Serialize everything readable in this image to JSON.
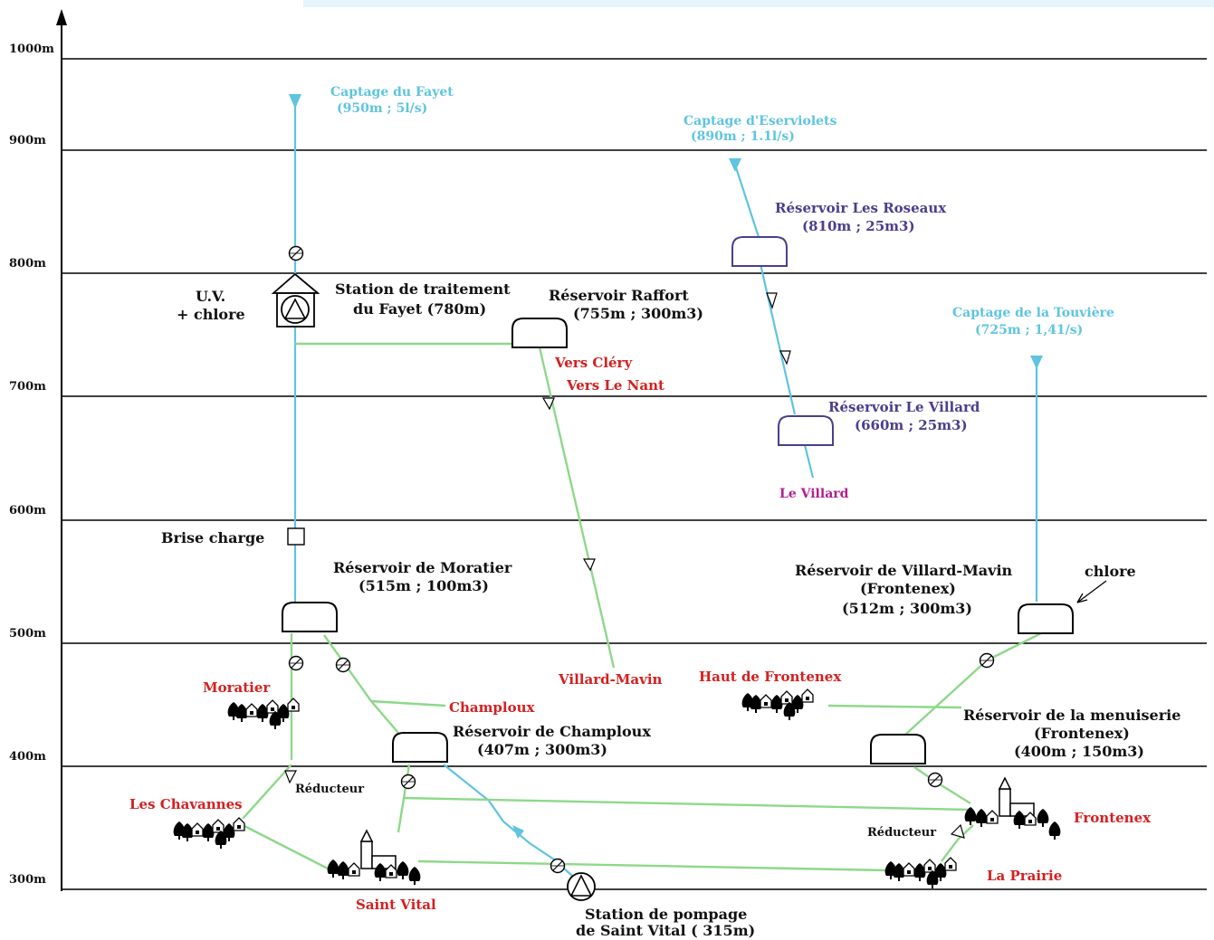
{
  "colors": {
    "conduit_green": "#8ed88a",
    "source_blue": "#5ec4e0",
    "place_red": "#d42020",
    "roseaux_purple": "#4a3f8c",
    "villard_magenta": "#b02090",
    "top_band": "#e6f5fc"
  },
  "axis": {
    "levels": [
      "1000m",
      "900m",
      "800m",
      "700m",
      "600m",
      "500m",
      "400m",
      "300m"
    ]
  },
  "sources": {
    "fayet": {
      "line1": "Captage du Fayet",
      "line2": "(950m ; 5l/s)"
    },
    "eserviolets": {
      "line1": "Captage d'Eserviolets",
      "line2": "(890m ; 1.1l/s)"
    },
    "touviere": {
      "line1": "Captage de la Touvière",
      "line2": "(725m ; 1,41/s)"
    }
  },
  "reservoirs": {
    "roseaux": {
      "line1": "Réservoir Les Roseaux",
      "line2": "(810m ; 25m3)"
    },
    "raffort": {
      "line1": "Réservoir Raffort",
      "line2": "(755m ; 300m3)"
    },
    "le_villard": {
      "line1": "Réservoir Le Villard",
      "line2": "(660m ; 25m3)"
    },
    "moratier": {
      "line1": "Réservoir de Moratier",
      "line2": "(515m ; 100m3)"
    },
    "villard_mavin": {
      "line1": "Réservoir de Villard-Mavin",
      "line2": "(Frontenex)",
      "line3": "(512m ; 300m3)"
    },
    "champloux": {
      "line1": "Réservoir de Champloux",
      "line2": "(407m ; 300m3)"
    },
    "menuiserie": {
      "line1": "Réservoir de la menuiserie",
      "line2": "(Frontenex)",
      "line3": "(400m ; 150m3)"
    }
  },
  "treatment": {
    "uv_line1": "U.V.",
    "uv_line2": "+ chlore",
    "station_line1": "Station de traitement",
    "station_line2": "du Fayet (780m)"
  },
  "labels": {
    "brise_charge": "Brise charge",
    "chlore": "chlore",
    "reducteur_left": "Réducteur",
    "reducteur_right": "Réducteur",
    "pumping_line1": "Station de pompage",
    "pumping_line2": "de Saint Vital ( 315m)"
  },
  "places": {
    "vers_clery": "Vers Cléry",
    "vers_le_nant": "Vers Le Nant",
    "le_villard": "Le Villard",
    "moratier": "Moratier",
    "champloux": "Champloux",
    "villard_mavin": "Villard-Mavin",
    "haut_de_frontenex": "Haut de Frontenex",
    "les_chavannes": "Les Chavannes",
    "saint_vital": "Saint Vital",
    "frontenex": "Frontenex",
    "la_prairie": "La Prairie"
  }
}
